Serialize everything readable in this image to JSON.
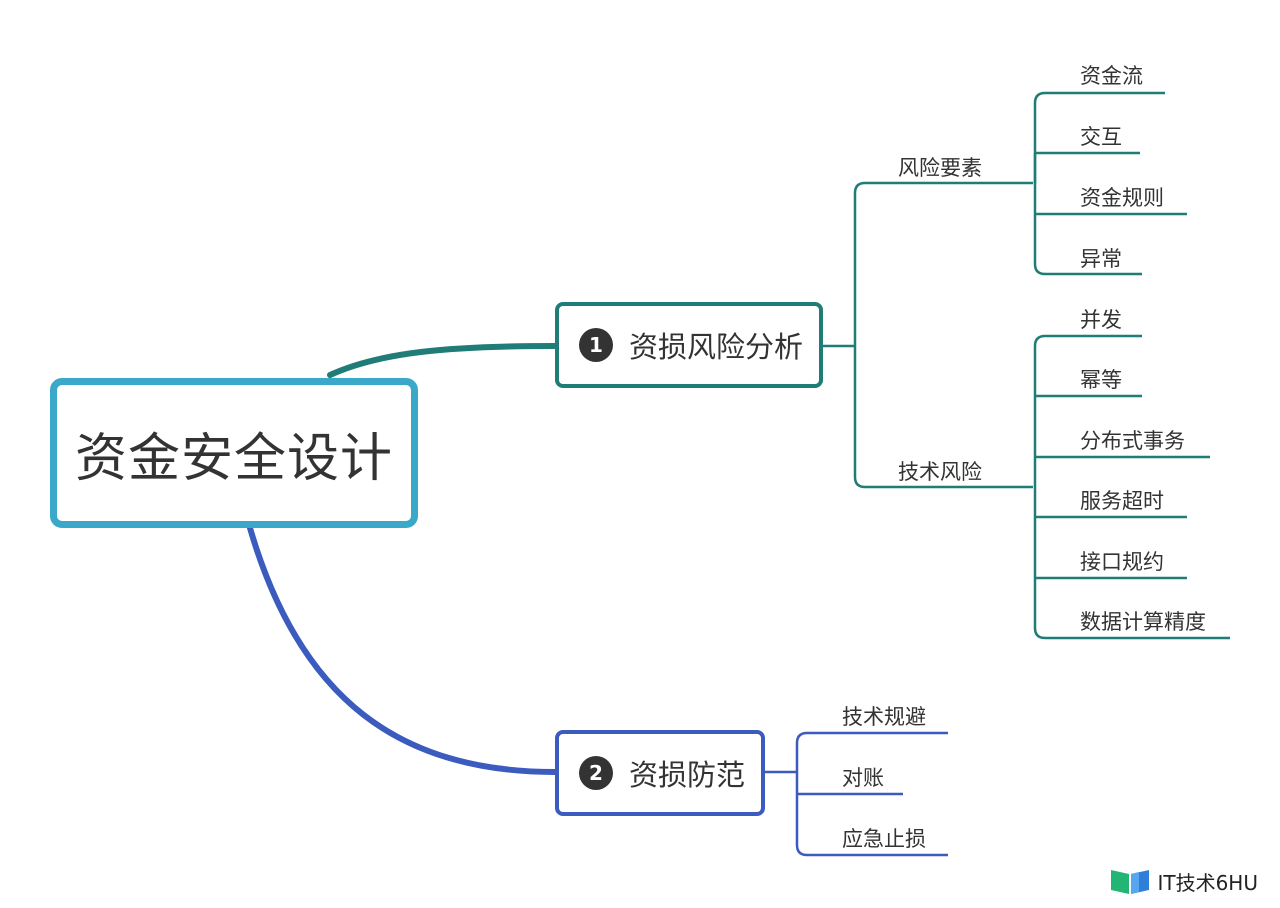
{
  "root": {
    "label": "资金安全设计",
    "color": "#3aa9c9"
  },
  "branches": [
    {
      "number": "1",
      "label": "资损风险分析",
      "color": "#1f7c76",
      "groups": [
        {
          "label": "风险要素",
          "items": [
            "资金流",
            "交互",
            "资金规则",
            "异常"
          ]
        },
        {
          "label": "技术风险",
          "items": [
            "并发",
            "幂等",
            "分布式事务",
            "服务超时",
            "接口规约",
            "数据计算精度"
          ]
        }
      ]
    },
    {
      "number": "2",
      "label": "资损防范",
      "color": "#3b5bbf",
      "items": [
        "技术规避",
        "对账",
        "应急止损"
      ]
    }
  ],
  "watermark": {
    "text": "IT技术6HU",
    "icon": "book-logo-icon"
  }
}
